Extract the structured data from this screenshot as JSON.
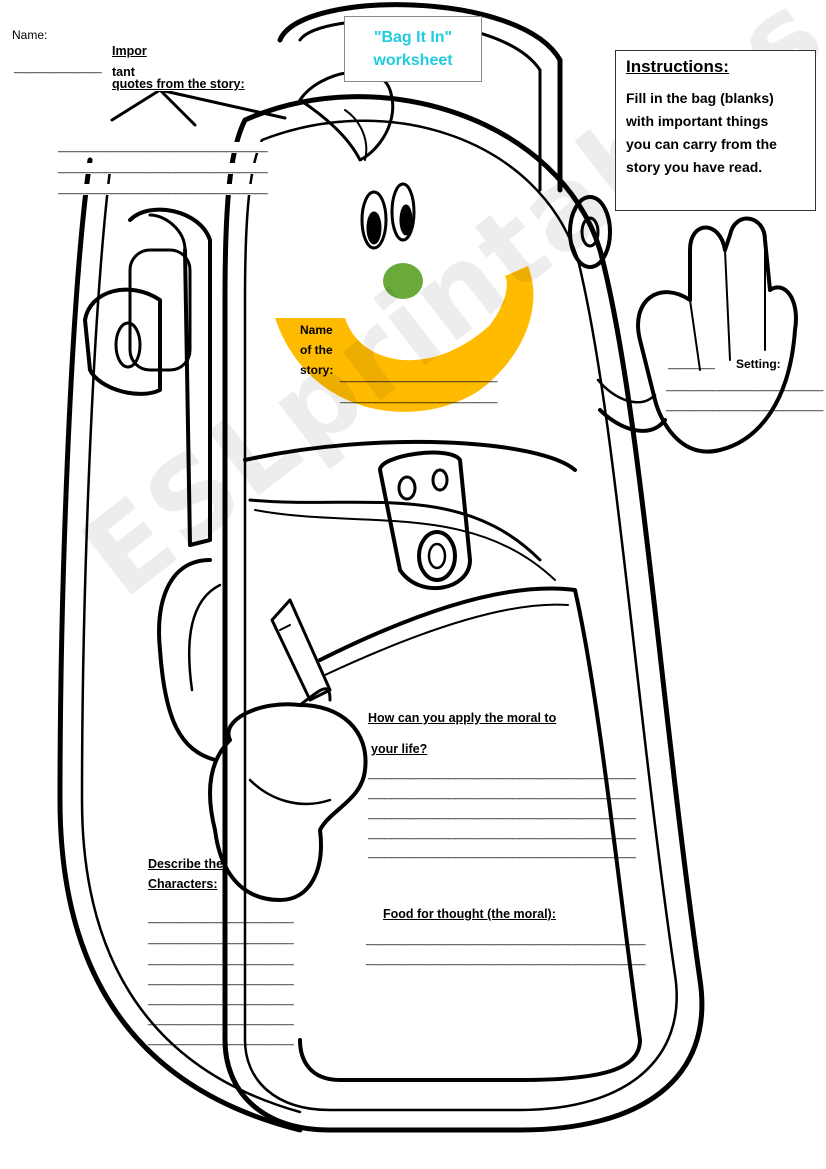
{
  "header": {
    "name_label": "Name:",
    "name_blank": "_______________"
  },
  "title": {
    "line1": "\"Bag It In\"",
    "line2": "worksheet"
  },
  "instructions": {
    "heading": "Instructions:",
    "line1": "Fill in the bag (blanks)",
    "line2": "with important things",
    "line3": "you can carry from the",
    "line4": "story you have read."
  },
  "quotes": {
    "label_line1": "Impor",
    "label_line2": "tant",
    "label_line3": "quotes from the story:",
    "blank1": "____________________________________",
    "blank2": "____________________________________",
    "blank3": "____________________________________"
  },
  "story_name": {
    "line1": "Name",
    "line2": "of the",
    "line3": "story:",
    "blank1": "___________________________",
    "blank2": "___________________________"
  },
  "setting": {
    "prefix_blank": "________",
    "label": "Setting:",
    "blank1": "___________________________",
    "blank2": "___________________________"
  },
  "moral_apply": {
    "question_line1": "How can you apply the moral to",
    "question_line2": "your life?",
    "blanks": [
      "______________________________________________",
      "______________________________________________",
      "______________________________________________",
      "______________________________________________",
      "______________________________________________"
    ]
  },
  "characters": {
    "label_line1": "Describe the",
    "label_line2": "Characters:",
    "blanks": [
      "_________________________",
      "_________________________",
      "_________________________",
      "_________________________",
      "_________________________",
      "_________________________",
      "_________________________"
    ]
  },
  "moral": {
    "label": "Food for thought (the moral):",
    "blank1": "________________________________________________",
    "blank2": "________________________________________________"
  },
  "watermark": "ESLprintables.com",
  "colors": {
    "title_text": "#22ccdd",
    "mouth": "#ffbb00",
    "nose": "#6aaa3a",
    "outline": "#000000"
  }
}
